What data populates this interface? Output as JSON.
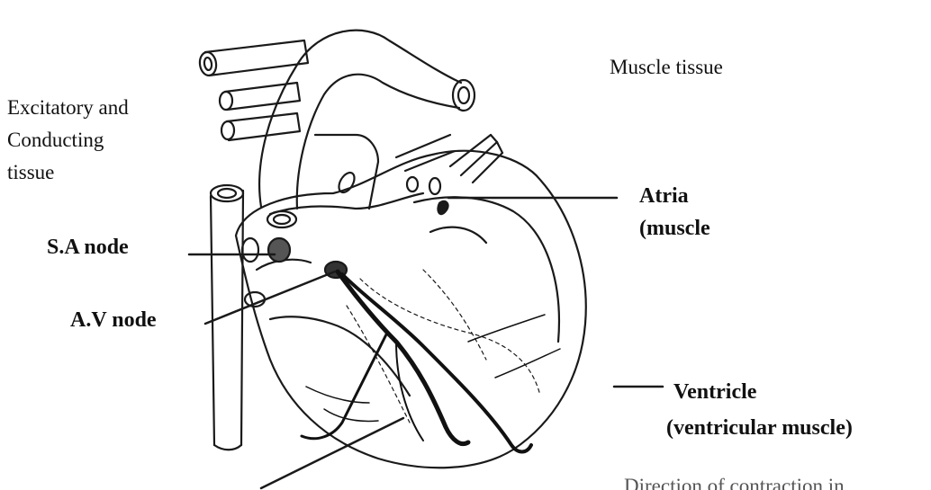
{
  "labels": {
    "muscle_tissue": "Muscle tissue",
    "excitatory_line1": "Excitatory and",
    "excitatory_line2": "Conducting",
    "excitatory_line3": "tissue",
    "sa_node": "S.A node",
    "av_node": "A.V node",
    "atria_line1": "Atria",
    "atria_line2": "(muscle",
    "ventricle_line1": "Ventricle",
    "ventricle_line2": "(ventricular muscle)",
    "bottom_right_cut": "Direction of contraction in"
  }
}
